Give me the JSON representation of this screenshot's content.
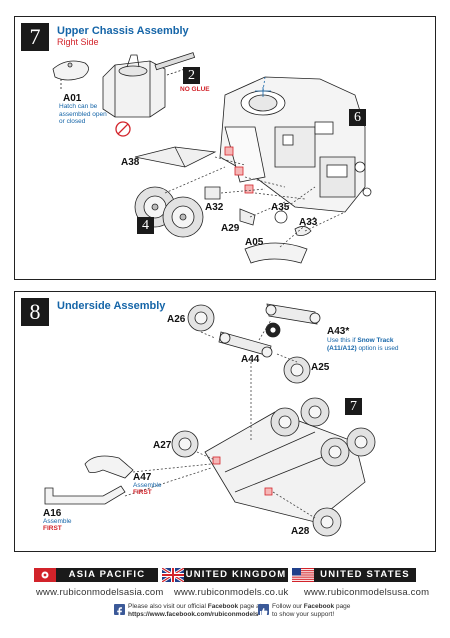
{
  "step7": {
    "number": "7",
    "title": "Upper Chassis Assembly",
    "subtitle": "Right Side",
    "ref_step_2": "2",
    "no_glue": "NO GLUE",
    "ref_step_6": "6",
    "ref_step_4": "4",
    "parts": {
      "a01": "A01",
      "a01_note": "Hatch can be assembled open or closed",
      "a38": "A38",
      "a32": "A32",
      "a29": "A29",
      "a35": "A35",
      "a33": "A33",
      "a05": "A05"
    }
  },
  "step8": {
    "number": "8",
    "title": "Underside Assembly",
    "ref_step_7": "7",
    "parts": {
      "a26": "A26",
      "a44": "A44",
      "a43": "A43*",
      "a43_note_pre": "Use this if",
      "a43_note_bold": "Snow Track (A11/A12)",
      "a43_note_post": "option is used",
      "a25": "A25",
      "a27": "A27",
      "a47": "A47",
      "a47_note": "Assemble",
      "a47_first": "FIRST",
      "a16": "A16",
      "a16_note": "Assemble",
      "a16_first": "FIRST",
      "a28": "A28"
    }
  },
  "footer": {
    "regions": [
      {
        "name": "ASIA PACIFIC",
        "url": "www.rubiconmodelsasia.com",
        "flag": "hong-kong-flag-icon"
      },
      {
        "name": "UNITED KINGDOM",
        "url": "www.rubiconmodels.co.uk",
        "flag": "uk-flag-icon"
      },
      {
        "name": "UNITED STATES",
        "url": "www.rubiconmodelsusa.com",
        "flag": "usa-flag-icon"
      }
    ],
    "facebook_text_1": "Please also visit our official",
    "facebook_bold": "Facebook",
    "facebook_text_2": "page at",
    "facebook_url": "https://www.facebook.com/rubiconmodels",
    "follow_text_1": "Follow our",
    "follow_bold": "Facebook",
    "follow_text_2": "page",
    "follow_line2": "to show your support!"
  },
  "colors": {
    "title_blue": "#1565a8",
    "accent_red": "#d2232a",
    "facebook_blue": "#3b5998"
  }
}
